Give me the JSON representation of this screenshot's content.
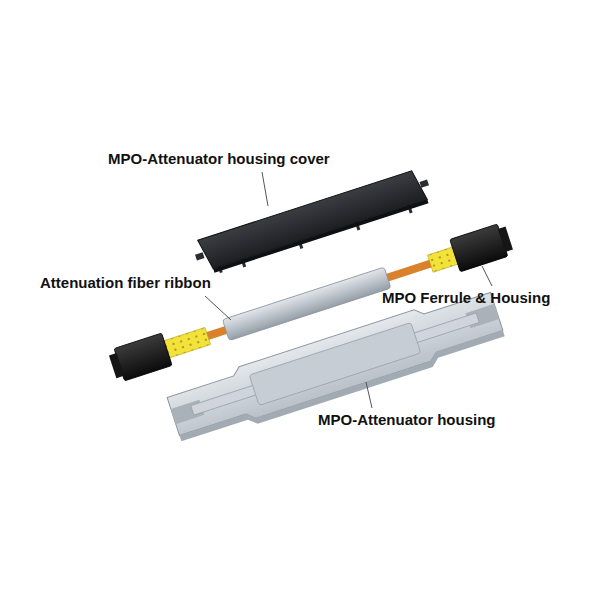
{
  "diagram": {
    "labels": [
      "MPO-Attenuator housing cover",
      "Attenuation fiber ribbon",
      "MPO Ferrule & Housing",
      "MPO-Attenuator housing"
    ]
  }
}
